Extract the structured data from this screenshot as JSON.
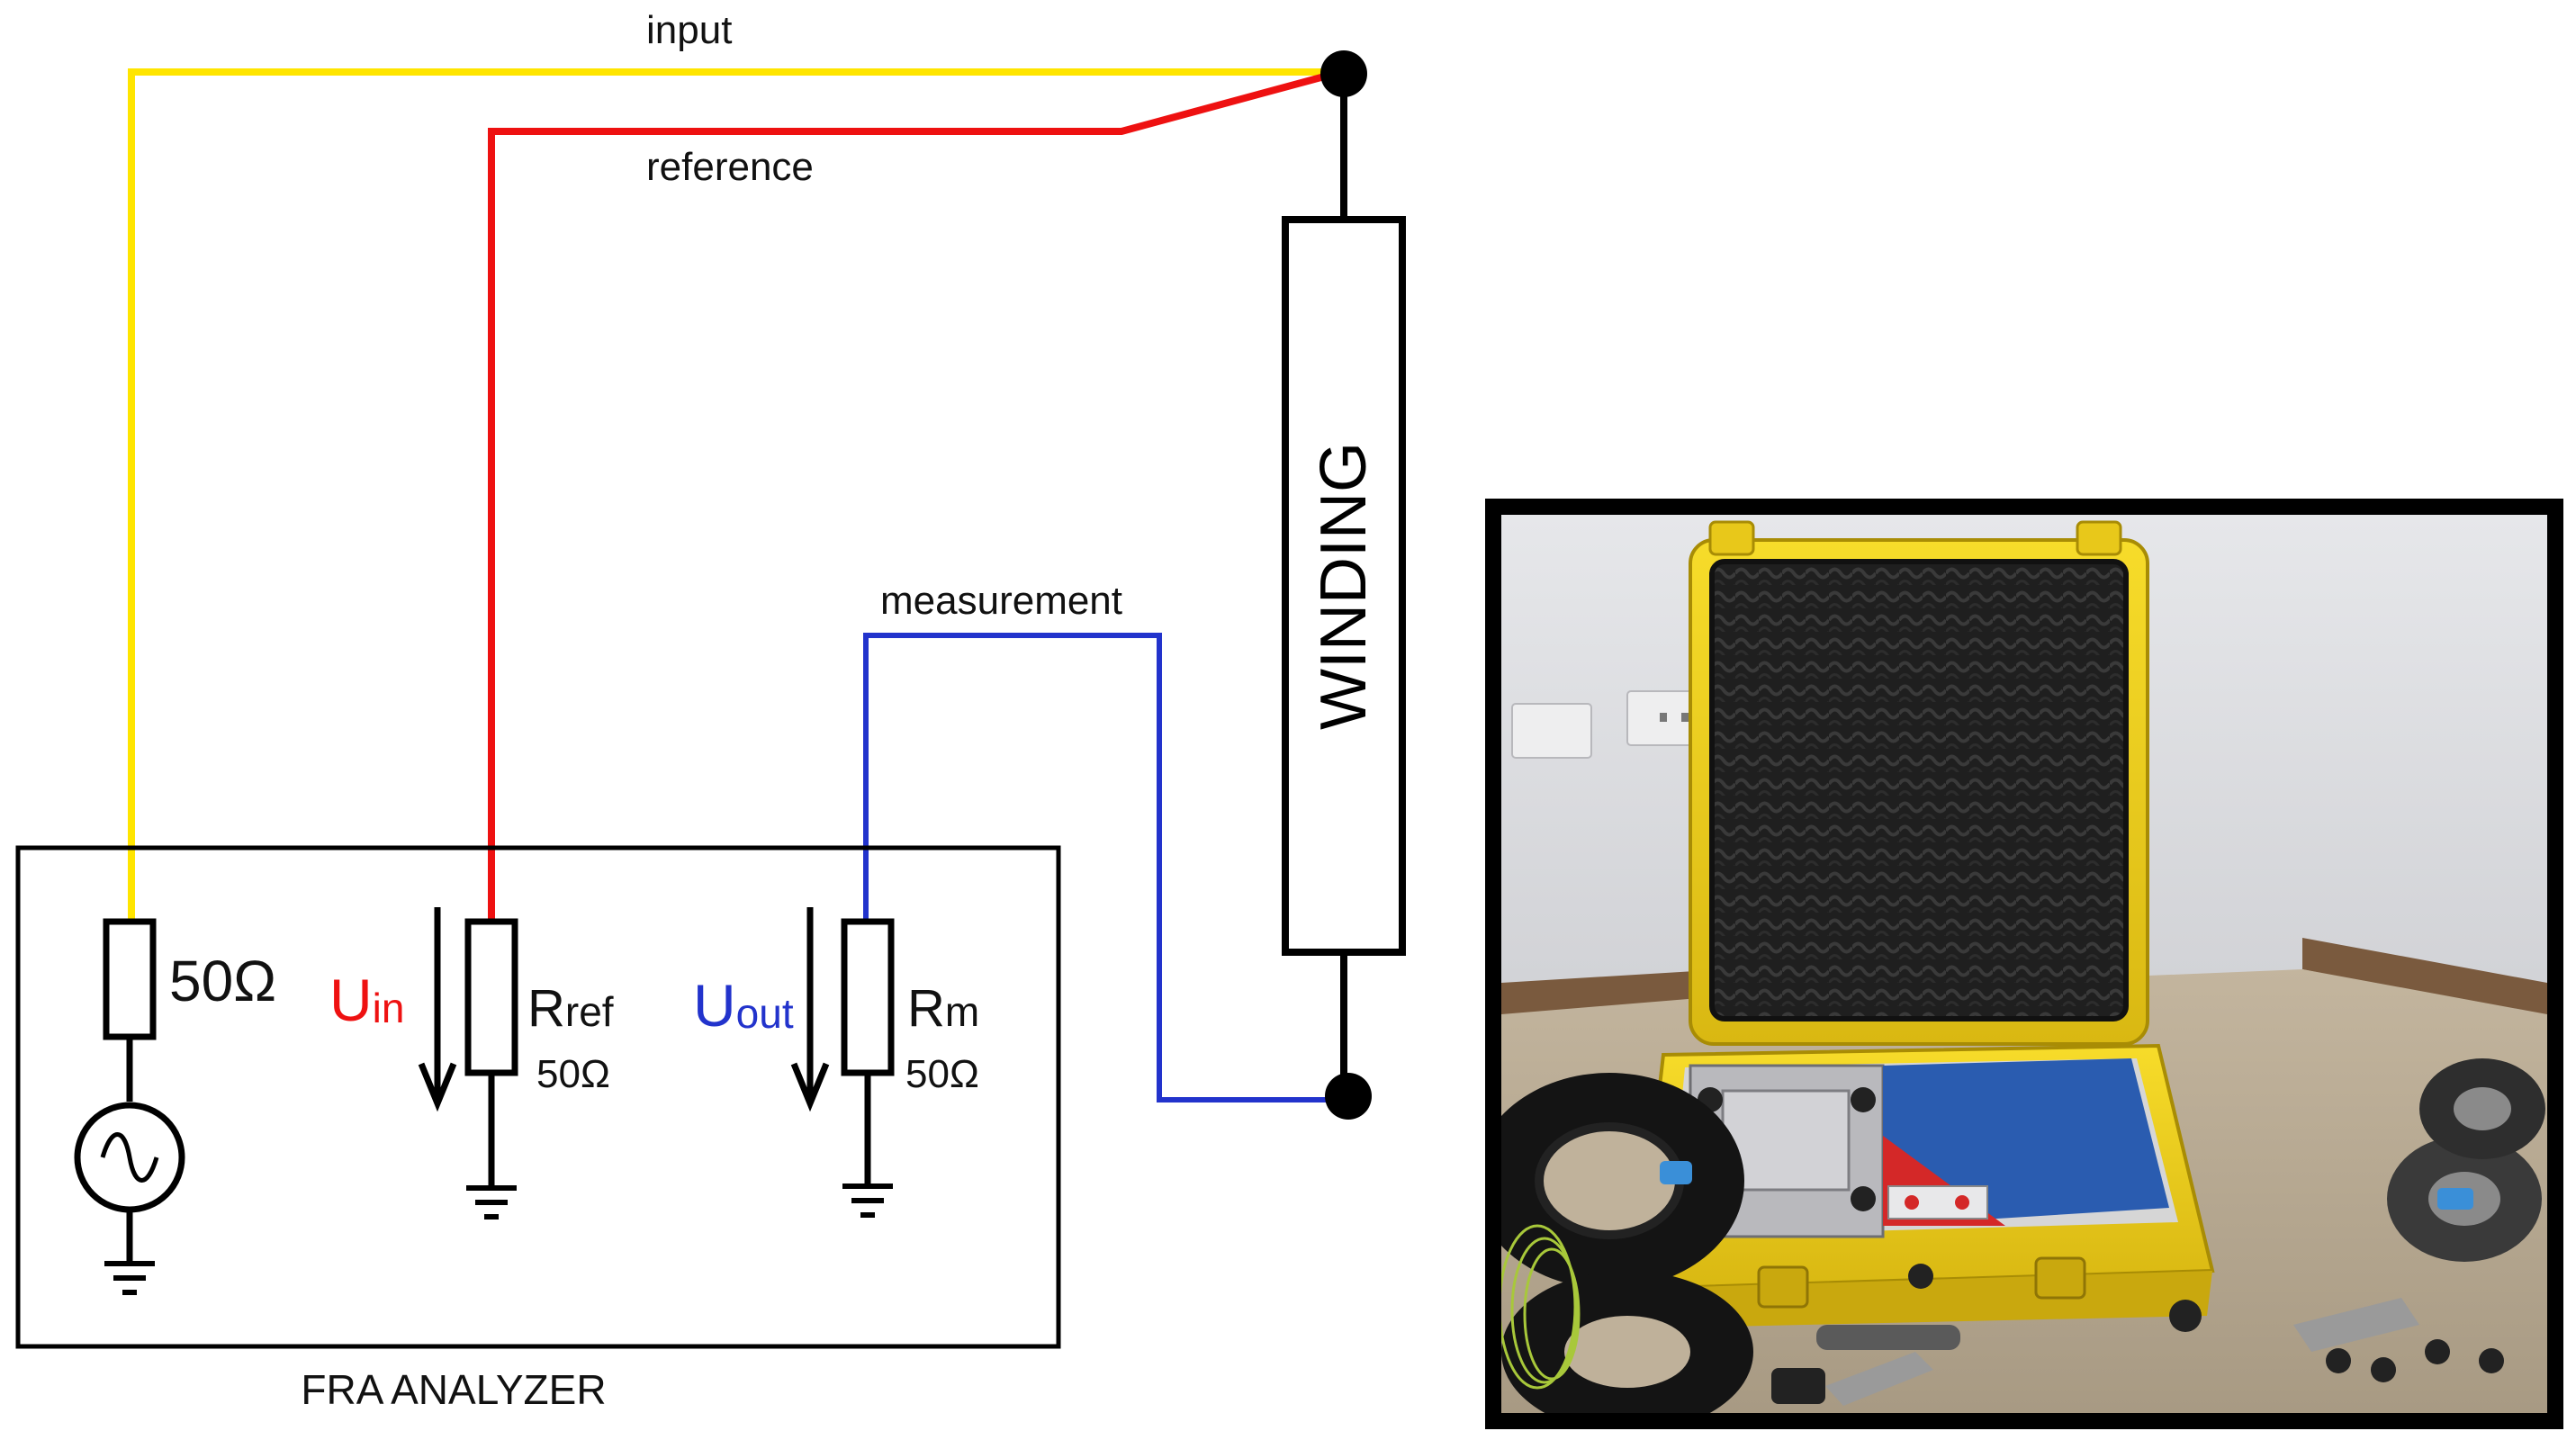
{
  "wires": {
    "input_label": "input",
    "reference_label": "reference",
    "measurement_label": "measurement",
    "colors": {
      "input": "#ffe500",
      "reference": "#ee1111",
      "measurement": "#2233cc"
    }
  },
  "winding": {
    "label": "WINDING"
  },
  "analyzer": {
    "caption": "FRA ANALYZER",
    "source_resistor": {
      "value": "50Ω"
    },
    "u_in": {
      "main": "U",
      "sub": "in",
      "color": "#ee1111"
    },
    "u_out": {
      "main": "U",
      "sub": "out",
      "color": "#2233cc"
    },
    "r_ref": {
      "main": "R",
      "sub": "ref",
      "value": "50Ω"
    },
    "r_m": {
      "main": "R",
      "sub": "m",
      "value": "50Ω"
    }
  },
  "photo": {
    "subject": "yellow-hard-case-with-fra-instrument",
    "colors": {
      "case": "#f2d21a",
      "wall": "#dcdde0",
      "carpet": "#b9ab95",
      "foam": "#222222",
      "instrument_blue": "#2a5cb0",
      "instrument_red": "#d42828"
    }
  }
}
